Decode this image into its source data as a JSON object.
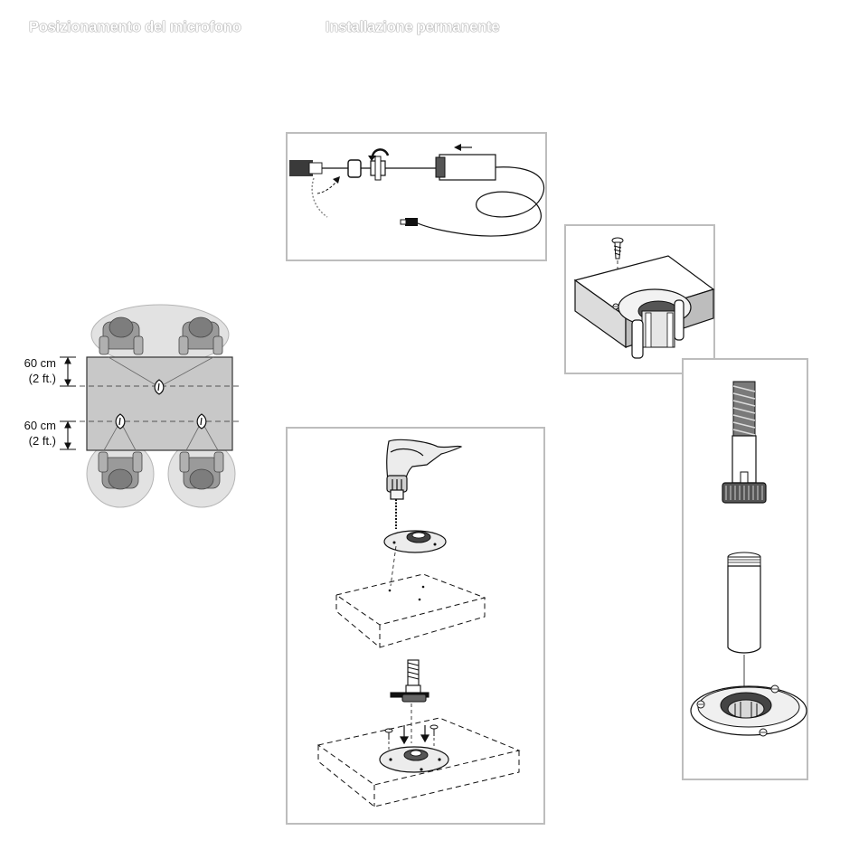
{
  "headings": {
    "mic_placement": "Posizionamento del microfono",
    "permanent_install": "Installazione permanente"
  },
  "placement": {
    "dim_top": {
      "metric": "60 cm",
      "imperial": "(2 ft.)"
    },
    "dim_bottom": {
      "metric": "60 cm",
      "imperial": "(2 ft.)"
    }
  },
  "colors": {
    "panel_border": "#bdbdbd",
    "table_fill": "#c8c8c8",
    "coverage_fill": "#e2e2e2",
    "heading_outline": "#8a8a8a"
  }
}
